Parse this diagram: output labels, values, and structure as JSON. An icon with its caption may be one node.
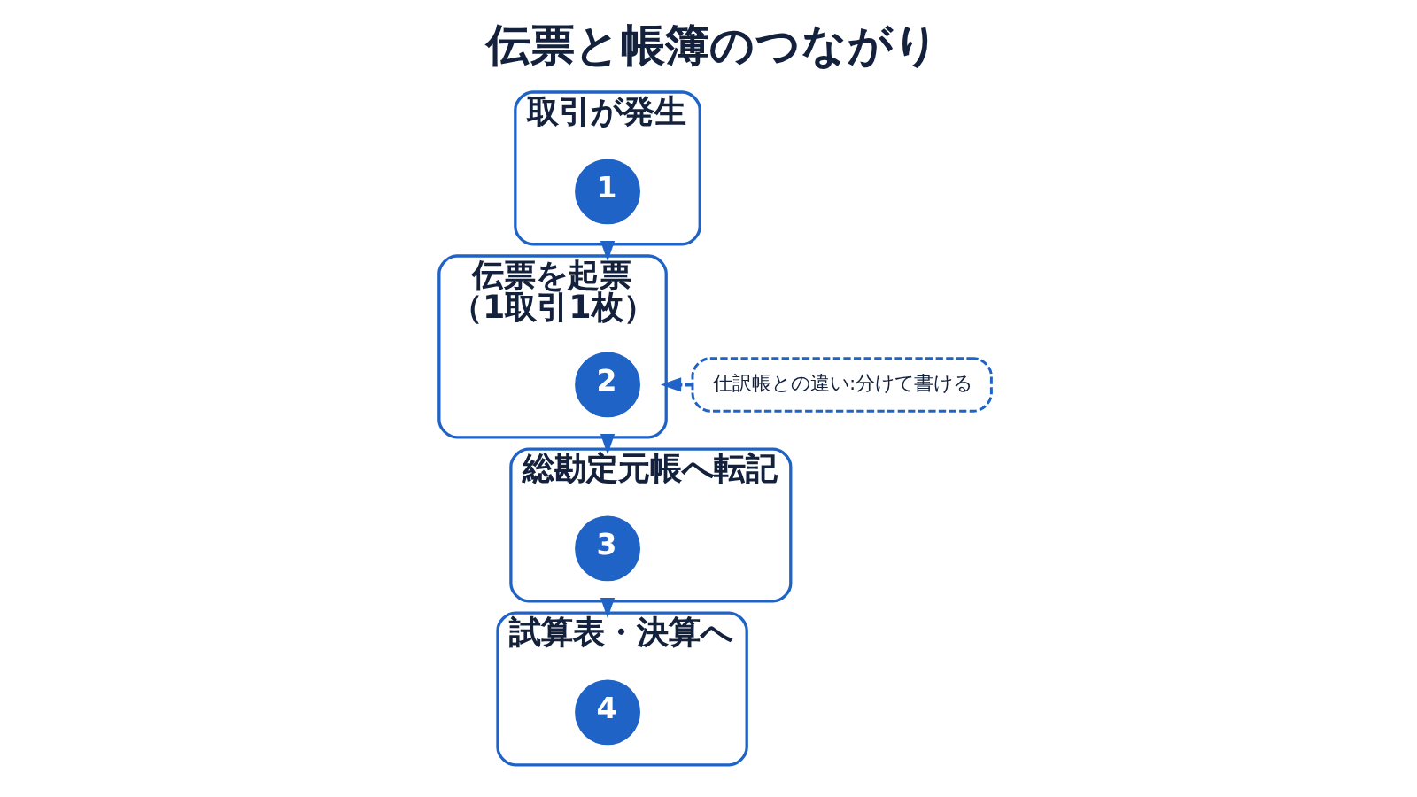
{
  "diagram": {
    "title": "伝票と帳簿のつながり",
    "nodes": [
      {
        "text": [
          "取引が発生"
        ]
      },
      {
        "text": [
          "1"
        ],
        "in": 0
      },
      {
        "text": [
          "伝票を起票",
          "（1取引1枚）"
        ]
      },
      {
        "text": [
          "2"
        ],
        "in": 2
      },
      {
        "text": [
          "総勘定元帳へ転記"
        ]
      },
      {
        "text": [
          "3"
        ],
        "in": 4
      },
      {
        "text": [
          "試算表・決算へ"
        ]
      },
      {
        "text": [
          "4"
        ],
        "in": 6
      },
      {
        "text": [
          "仕訳帳との違い:分けて書ける"
        ]
      }
    ],
    "edges": [
      {
        "from": 0,
        "to": 2,
        "arrow": "to"
      },
      {
        "from": 2,
        "to": 4,
        "arrow": "to"
      },
      {
        "from": 4,
        "to": 6,
        "arrow": "to"
      },
      {
        "from": 8,
        "to": 2,
        "arrow": "to",
        "style": "dashed"
      }
    ]
  }
}
